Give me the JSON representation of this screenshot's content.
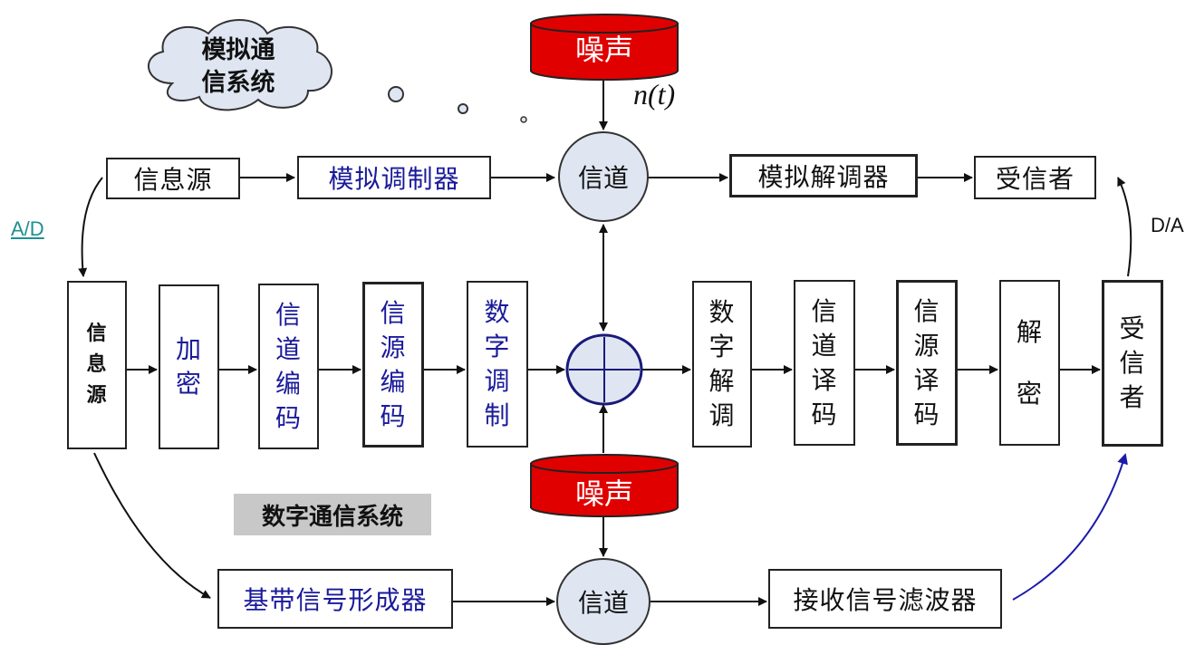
{
  "analog": {
    "cloud_text": [
      "模拟通",
      "信系统"
    ],
    "noise_label": "噪声",
    "noise_symbol": "n(t)",
    "source": "信息源",
    "modulator": "模拟调制器",
    "channel": "信道",
    "demodulator": "模拟解调器",
    "receiver": "受信者"
  },
  "conversions": {
    "ad": "A/D",
    "da": "D/A"
  },
  "digital": {
    "source": [
      "信",
      "息",
      "源"
    ],
    "encrypt": [
      "加",
      "密"
    ],
    "channel_encode": [
      "信",
      "道",
      "编",
      "码"
    ],
    "source_encode": [
      "信",
      "源",
      "编",
      "码"
    ],
    "digital_modulate": [
      "数",
      "字",
      "调",
      "制"
    ],
    "digital_demodulate": [
      "数",
      "字",
      "解",
      "调"
    ],
    "channel_decode": [
      "信",
      "道",
      "译",
      "码"
    ],
    "source_decode": [
      "信",
      "源",
      "译",
      "码"
    ],
    "decrypt": [
      "解",
      "密"
    ],
    "receiver": [
      "受",
      "信",
      "者"
    ],
    "noise_label": "噪声",
    "system_label": "数字通信系统"
  },
  "baseband": {
    "former": "基带信号形成器",
    "channel": "信道",
    "filter": "接收信号滤波器"
  },
  "colors": {
    "noise_red": "#e00000",
    "circle_fill": "#dfe6f2",
    "text_blue": "#1a1a9a",
    "link_teal": "#1f8f8f",
    "label_gray": "#c8c8c8",
    "arrow_blue": "#1a1aaa"
  }
}
